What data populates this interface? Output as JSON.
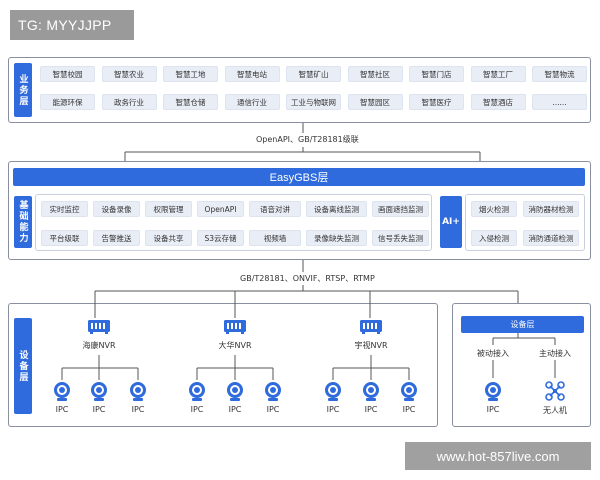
{
  "watermarks": {
    "top": "TG: MYYJJPP",
    "bottom": "www.hot-857live.com"
  },
  "business": {
    "label": "业务层",
    "row1": [
      "智慧校园",
      "智慧农业",
      "智慧工地",
      "智慧电站",
      "智慧矿山",
      "智慧社区",
      "智慧门店",
      "智慧工厂",
      "智慧物流"
    ],
    "row2": [
      "能源环保",
      "政务行业",
      "智慧仓储",
      "通信行业",
      "工业与物联网",
      "智慧园区",
      "智慧医疗",
      "智慧酒店",
      "......"
    ]
  },
  "conn1": "OpenAPI、GB/T28181级联",
  "platform": {
    "title": "EasyGBS层",
    "basic_label": "基础能力",
    "row1": [
      "实时监控",
      "设备录像",
      "权限管理",
      "OpenAPI",
      "语音对讲",
      "设备离线监测",
      "画面遮挡监测"
    ],
    "row2": [
      "平台级联",
      "告警推送",
      "设备共享",
      "S3云存储",
      "视频墙",
      "录像缺失监测",
      "信号丢失监测"
    ],
    "ai_label": "AI+",
    "ai_row1": [
      "烟火检测",
      "消防器材检测"
    ],
    "ai_row2": [
      "入侵检测",
      "消防通道检测"
    ]
  },
  "conn2": "GB/T28181、ONVIF、RTSP、RTMP",
  "device": {
    "label": "设备层",
    "nvrs": [
      "海康NVR",
      "大华NVR",
      "宇视NVR"
    ],
    "ipc_label": "IPC",
    "right_title": "设备层",
    "passive": "被动接入",
    "active": "主动接入",
    "drone": "无人机"
  },
  "colors": {
    "accent": "#2f6bdc",
    "chip": "#e9edf6",
    "line": "#555555"
  },
  "icons": {
    "nvr": "nvr-icon",
    "camera": "camera-icon",
    "drone": "drone-icon"
  }
}
